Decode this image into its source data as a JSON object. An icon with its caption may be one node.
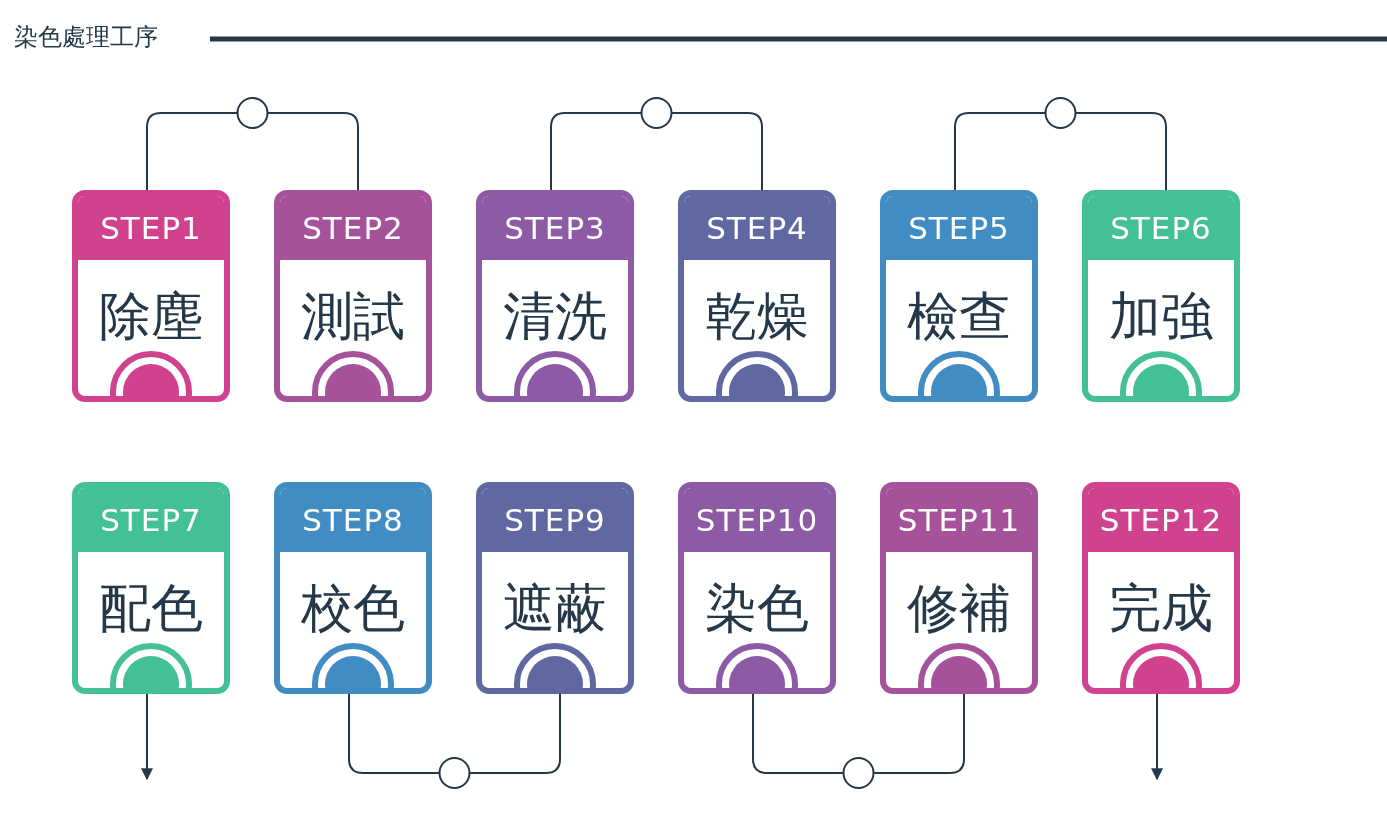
{
  "diagram": {
    "title": "染色處理工序",
    "nodes": [
      {
        "text": [
          "STEP1",
          "除塵"
        ]
      },
      {
        "text": [
          "STEP2",
          "測試"
        ]
      },
      {
        "text": [
          "STEP3",
          "清洗"
        ]
      },
      {
        "text": [
          "STEP4",
          "乾燥"
        ]
      },
      {
        "text": [
          "STEP5",
          "檢查"
        ]
      },
      {
        "text": [
          "STEP6",
          "加強"
        ]
      },
      {
        "text": [
          "STEP7",
          "配色"
        ]
      },
      {
        "text": [
          "STEP8",
          "校色"
        ]
      },
      {
        "text": [
          "STEP9",
          "遮蔽"
        ]
      },
      {
        "text": [
          "STEP10",
          "染色"
        ]
      },
      {
        "text": [
          "STEP11",
          "修補"
        ]
      },
      {
        "text": [
          "STEP12",
          "完成"
        ]
      }
    ],
    "edges": [
      {
        "from": 0,
        "to": 1,
        "arrow": "none"
      },
      {
        "from": 2,
        "to": 3,
        "arrow": "none"
      },
      {
        "from": 4,
        "to": 5,
        "arrow": "none"
      },
      {
        "from": 6,
        "to": null,
        "arrow": "to"
      },
      {
        "from": 7,
        "to": 8,
        "arrow": "none"
      },
      {
        "from": 9,
        "to": 10,
        "arrow": "none"
      },
      {
        "from": 11,
        "to": null,
        "arrow": "to"
      }
    ]
  }
}
